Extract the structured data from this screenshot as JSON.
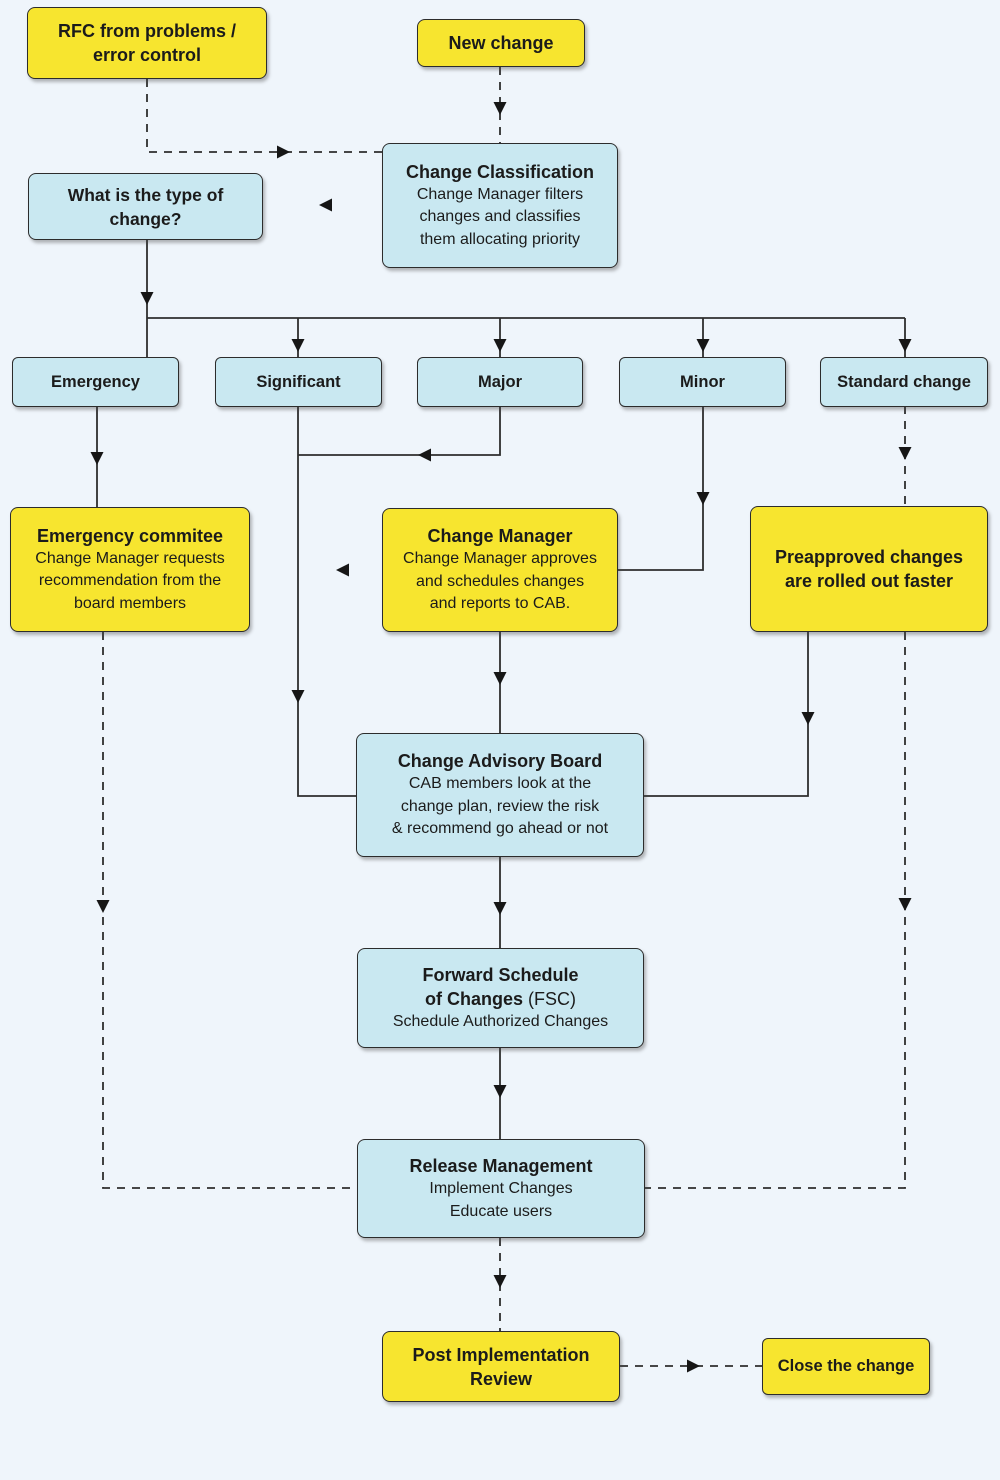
{
  "palette": {
    "background": "#EFF5FB",
    "node_yellow": "#F7E52F",
    "node_cyan": "#C9E8F1",
    "border": "#2C2C2C",
    "line": "#2E2E2E",
    "text": "#1B1B1B"
  },
  "nodes": {
    "rfc": {
      "label": "RFC from problems /\nerror control"
    },
    "new_change": {
      "label": "New change"
    },
    "classification": {
      "title": "Change Classification",
      "body": "Change Manager filters\nchanges and classifies\nthem allocating priority"
    },
    "type_question": {
      "label": "What is the type of\nchange?"
    },
    "emergency": {
      "label": "Emergency"
    },
    "significant": {
      "label": "Significant"
    },
    "major": {
      "label": "Major"
    },
    "minor": {
      "label": "Minor"
    },
    "standard": {
      "label": "Standard change"
    },
    "emergency_commitee": {
      "title": "Emergency commitee",
      "body": "Change Manager requests\nrecommendation from the\nboard members"
    },
    "change_manager": {
      "title": "Change Manager",
      "body": "Change Manager approves\nand schedules changes\nand reports to CAB."
    },
    "preapproved": {
      "label": "Preapproved changes\nare rolled out faster"
    },
    "cab": {
      "title": "Change Advisory Board",
      "body": "CAB members look at the\nchange plan, review the risk\n& recommend go ahead or not"
    },
    "fsc": {
      "title_line1": "Forward Schedule",
      "title_line2_bold": "of Changes",
      "title_line2_regular": "(FSC)",
      "body": "Schedule Authorized Changes"
    },
    "release": {
      "title": "Release Management",
      "body": "Implement Changes\nEducate users"
    },
    "pir": {
      "label": "Post Implementation\nReview"
    },
    "close": {
      "label": "Close the change"
    }
  }
}
